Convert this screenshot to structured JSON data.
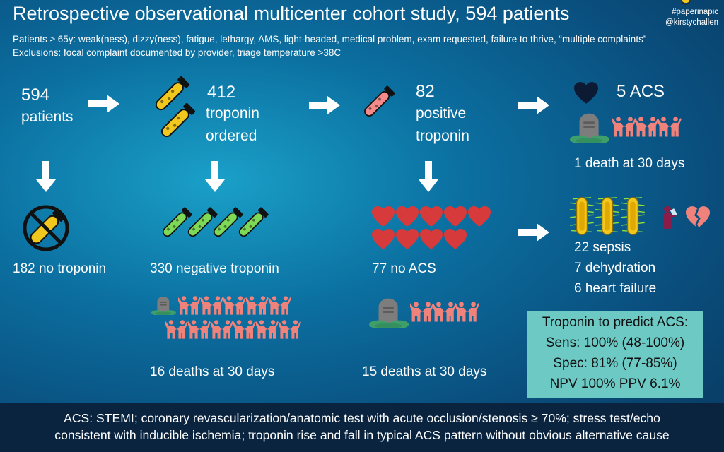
{
  "header": {
    "title": "Retrospective observational multicenter cohort study, 594 patients",
    "inclusion": "Patients ≥ 65y: weak(ness), dizzy(ness), fatigue, lethargy, AMS, light-headed, medical problem, exam requested, failure to thrive, “multiple complaints”",
    "exclusion": "Exclusions: focal complaint documented by provider, triage temperature >38C",
    "hashtag": "#paperinapic",
    "handle": "@kirstychallen"
  },
  "flow": {
    "total_num": "594",
    "total_lbl": "patients",
    "tro_num": "412",
    "tro_lbl1": "troponin",
    "tro_lbl2": "ordered",
    "pos_num": "82",
    "pos_lbl1": "positive",
    "pos_lbl2": "troponin",
    "acs": "5 ACS",
    "acs_death": "1 death at 30 days",
    "no_trop": "182 no troponin",
    "neg_trop": "330 negative troponin",
    "no_acs": "77 no ACS",
    "neg_deaths": "16 deaths at 30 days",
    "noacs_deaths": "15 deaths at 30 days",
    "dx1": "22 sepsis",
    "dx2": "7 dehydration",
    "dx3": "6 heart failure"
  },
  "stats": {
    "title": "Troponin to predict ACS:",
    "sens": "Sens: 100% (48-100%)",
    "spec": "Spec: 81% (77-85%)",
    "npv_ppv": "NPV 100% PPV 6.1%"
  },
  "footer": {
    "line1": "ACS: STEMI; coronary revascularization/anatomic test with acute occlusion/stenosis ≥ 70%; stress test/echo",
    "line2": "consistent with inducible ischemia; troponin rise and fall in typical ACS pattern without obvious alternative cause"
  },
  "colors": {
    "accent_yellow": "#f2c81e",
    "positive_pink": "#f48a8a",
    "negative_green": "#7ed957",
    "heart_red": "#d63a3a",
    "people_salmon": "#f0827c",
    "stats_box": "#6cc9c4",
    "footer_bg": "#0a2440"
  }
}
